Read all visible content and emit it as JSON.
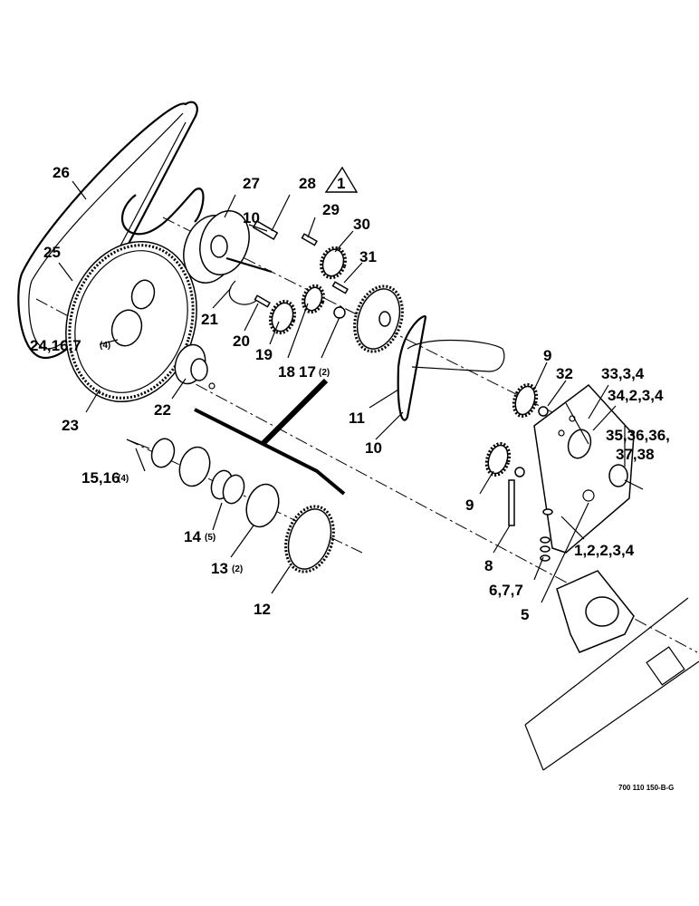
{
  "callouts": {
    "c26": "26",
    "c27": "27",
    "c28": "28",
    "c28_note": "1",
    "c10a": "10",
    "c29": "29",
    "c30": "30",
    "c31": "31",
    "c25": "25",
    "c21": "21",
    "c20": "20",
    "c19": "19",
    "c18": "18",
    "c17": "17",
    "c17_qty": "(2)",
    "c24": "24,16,7",
    "c24_qty": "(4)",
    "c22": "22",
    "c23": "23",
    "c11": "11",
    "c10b": "10",
    "c9a": "9",
    "c32": "32",
    "c33": "33,3,4",
    "c34": "34,2,3,4",
    "c35": "35,36,36,",
    "c37": "37,38",
    "c15": "15,16",
    "c15_qty": "(4)",
    "c9b": "9",
    "c14": "14",
    "c14_qty": "(5)",
    "c13": "13",
    "c13_qty": "(2)",
    "c8": "8",
    "c1": "1,2,2,3,4",
    "c6": "6,7,7",
    "c5": "5",
    "c12": "12"
  },
  "drawing_code": "700 110 150-B-G"
}
